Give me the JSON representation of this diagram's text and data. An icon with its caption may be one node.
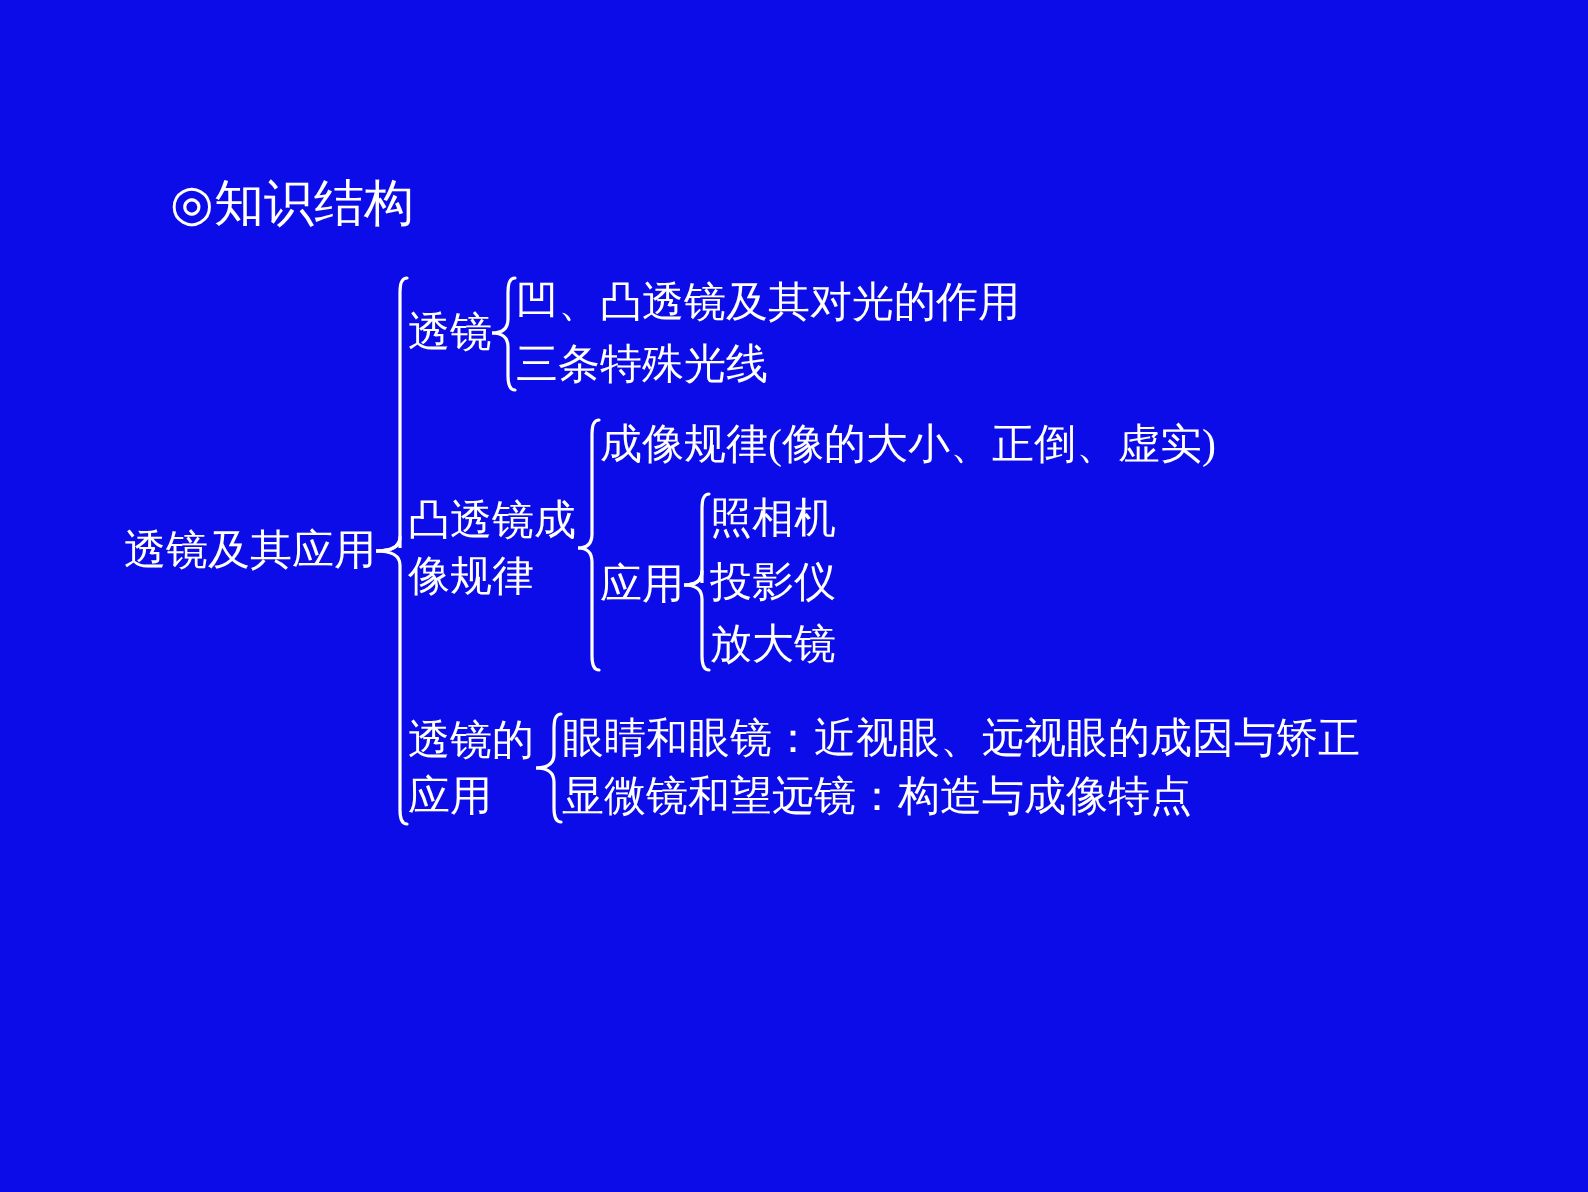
{
  "diagram": {
    "title": "◎知识结构",
    "nodes": [
      {
        "text": [
          "透镜及其应用"
        ]
      },
      {
        "text": [
          "透镜"
        ]
      },
      {
        "text": [
          "凹、凸透镜及其对光的作用"
        ]
      },
      {
        "text": [
          "三条特殊光线"
        ]
      },
      {
        "text": [
          "凸透镜成像规律"
        ]
      },
      {
        "text": [
          "成像规律(像的大小、正倒、虚实)"
        ]
      },
      {
        "text": [
          "应用"
        ]
      },
      {
        "text": [
          "照相机"
        ]
      },
      {
        "text": [
          "投影仪"
        ]
      },
      {
        "text": [
          "放大镜"
        ]
      },
      {
        "text": [
          "透镜的应用"
        ]
      },
      {
        "text": [
          "眼睛和眼镜：近视眼、远视眼的成因与矫正"
        ]
      },
      {
        "text": [
          "显微镜和望远镜：构造与成像特点"
        ]
      }
    ],
    "edges": [
      {
        "from": 0,
        "to": 1,
        "arrow": "none"
      },
      {
        "from": 0,
        "to": 4,
        "arrow": "none"
      },
      {
        "from": 0,
        "to": 10,
        "arrow": "none"
      },
      {
        "from": 1,
        "to": 2,
        "arrow": "none"
      },
      {
        "from": 1,
        "to": 3,
        "arrow": "none"
      },
      {
        "from": 4,
        "to": 5,
        "arrow": "none"
      },
      {
        "from": 4,
        "to": 6,
        "arrow": "none"
      },
      {
        "from": 6,
        "to": 7,
        "arrow": "none"
      },
      {
        "from": 6,
        "to": 8,
        "arrow": "none"
      },
      {
        "from": 6,
        "to": 9,
        "arrow": "none"
      },
      {
        "from": 10,
        "to": 11,
        "arrow": "none"
      },
      {
        "from": 10,
        "to": 12,
        "arrow": "none"
      }
    ]
  }
}
